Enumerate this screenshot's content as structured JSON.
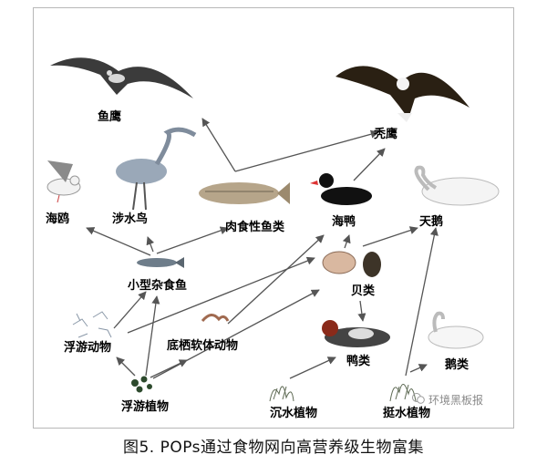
{
  "nodes": {
    "osprey": "鱼鹰",
    "bald_eagle": "秃鹰",
    "gull": "海鸥",
    "wading_bird": "涉水鸟",
    "predatory_fish": "肉食性鱼类",
    "sea_duck": "海鸭",
    "swan": "天鹅",
    "small_fish": "小型杂食鱼",
    "shellfish": "贝类",
    "zooplankton": "浮游动物",
    "benthic_mollusks": "底栖软体动物",
    "duck": "鸭类",
    "goose": "鹅类",
    "phytoplankton": "浮游植物",
    "submerged_plants": "沉水植物",
    "emergent_plants": "挺水植物"
  },
  "caption": "图5. POPs通过食物网向高营养级生物富集",
  "watermark": "环境黑板报"
}
